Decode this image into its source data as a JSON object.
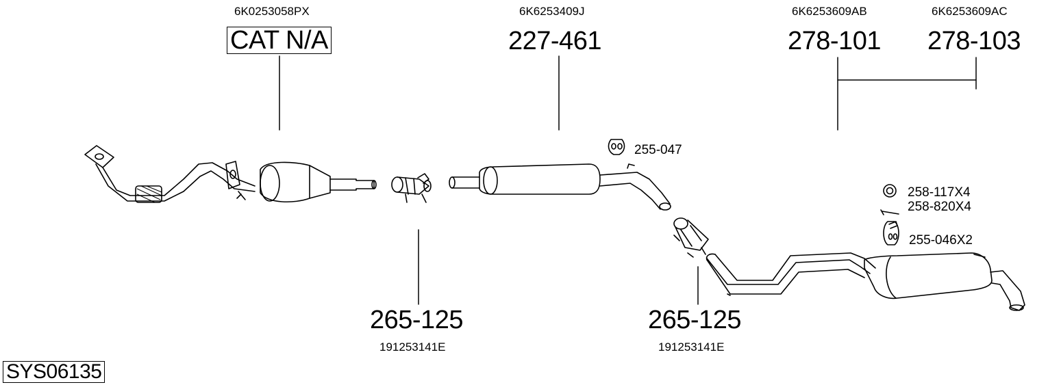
{
  "oem_numbers": {
    "cat": "6K0253058PX",
    "middle": "6K6253409J",
    "rear_a": "6K6253609AB",
    "rear_b": "6K6253609AC",
    "clamp_1": "191253141E",
    "clamp_2": "191253141E"
  },
  "part_numbers": {
    "cat": "CAT N/A",
    "middle": "227-461",
    "rear_a": "278-101",
    "rear_b": "278-103",
    "clamp_1": "265-125",
    "clamp_2": "265-125"
  },
  "accessories": {
    "hanger_middle": "255-047",
    "ring": "258-117X4",
    "bolt": "258-820X4",
    "hanger_rear": "255-046X2"
  },
  "system_id": "SYS06135"
}
